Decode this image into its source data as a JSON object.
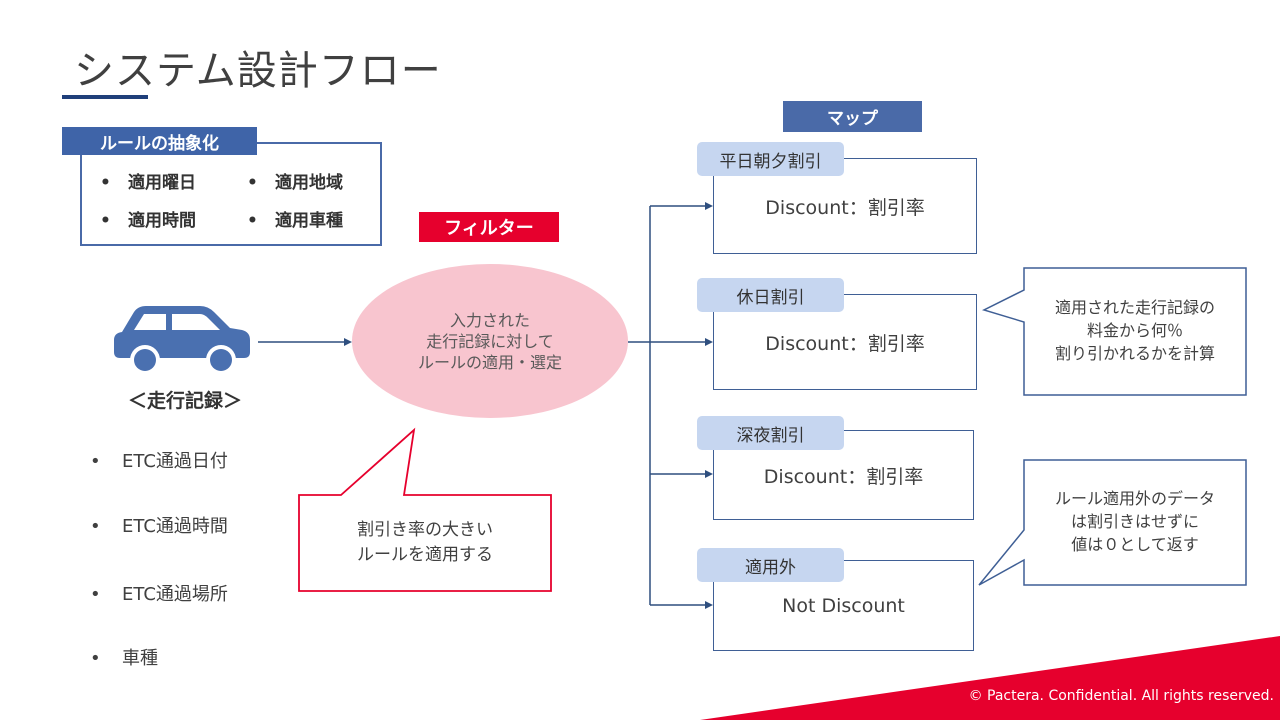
{
  "title": "システム設計フロー",
  "rules": {
    "label": "ルールの抽象化",
    "items": [
      "適用曜日",
      "適用地域",
      "適用時間",
      "適用車種"
    ]
  },
  "filter": {
    "label": "フィルター",
    "ellipse_lines": [
      "入力された",
      "走行記録に対して",
      "ルールの適用・選定"
    ]
  },
  "record": {
    "label": "＜走行記録＞",
    "items": [
      "ETC通過日付",
      "ETC通過時間",
      "ETC通過場所",
      "車種"
    ]
  },
  "callout_left": {
    "lines": [
      "割引き率の大きい",
      "ルールを適用する"
    ]
  },
  "map": {
    "label": "マップ",
    "entries": [
      {
        "tag": "平日朝夕割引",
        "text": "Discount：割引率"
      },
      {
        "tag": "休日割引",
        "text": "Discount：割引率"
      },
      {
        "tag": "深夜割引",
        "text": "Discount：割引率"
      },
      {
        "tag": "適用外",
        "text": "Not Discount"
      }
    ]
  },
  "note_top": {
    "lines": [
      "適用された走行記録の",
      "料金から何％",
      "割り引かれるかを計算"
    ]
  },
  "note_bottom": {
    "lines": [
      "ルール適用外のデータ",
      "は割引きはせずに",
      "値は０として返す"
    ]
  },
  "footer": "© Pactera.  Confidential.  All rights reserved.",
  "colors": {
    "accent_red": "#e6002d",
    "accent_blue": "#3f64a8",
    "navy": "#1f3f7a",
    "tag_blue": "#c6d6f0",
    "ellipse_pink": "#f8c5cf"
  },
  "icons": {
    "car": "car-icon"
  }
}
